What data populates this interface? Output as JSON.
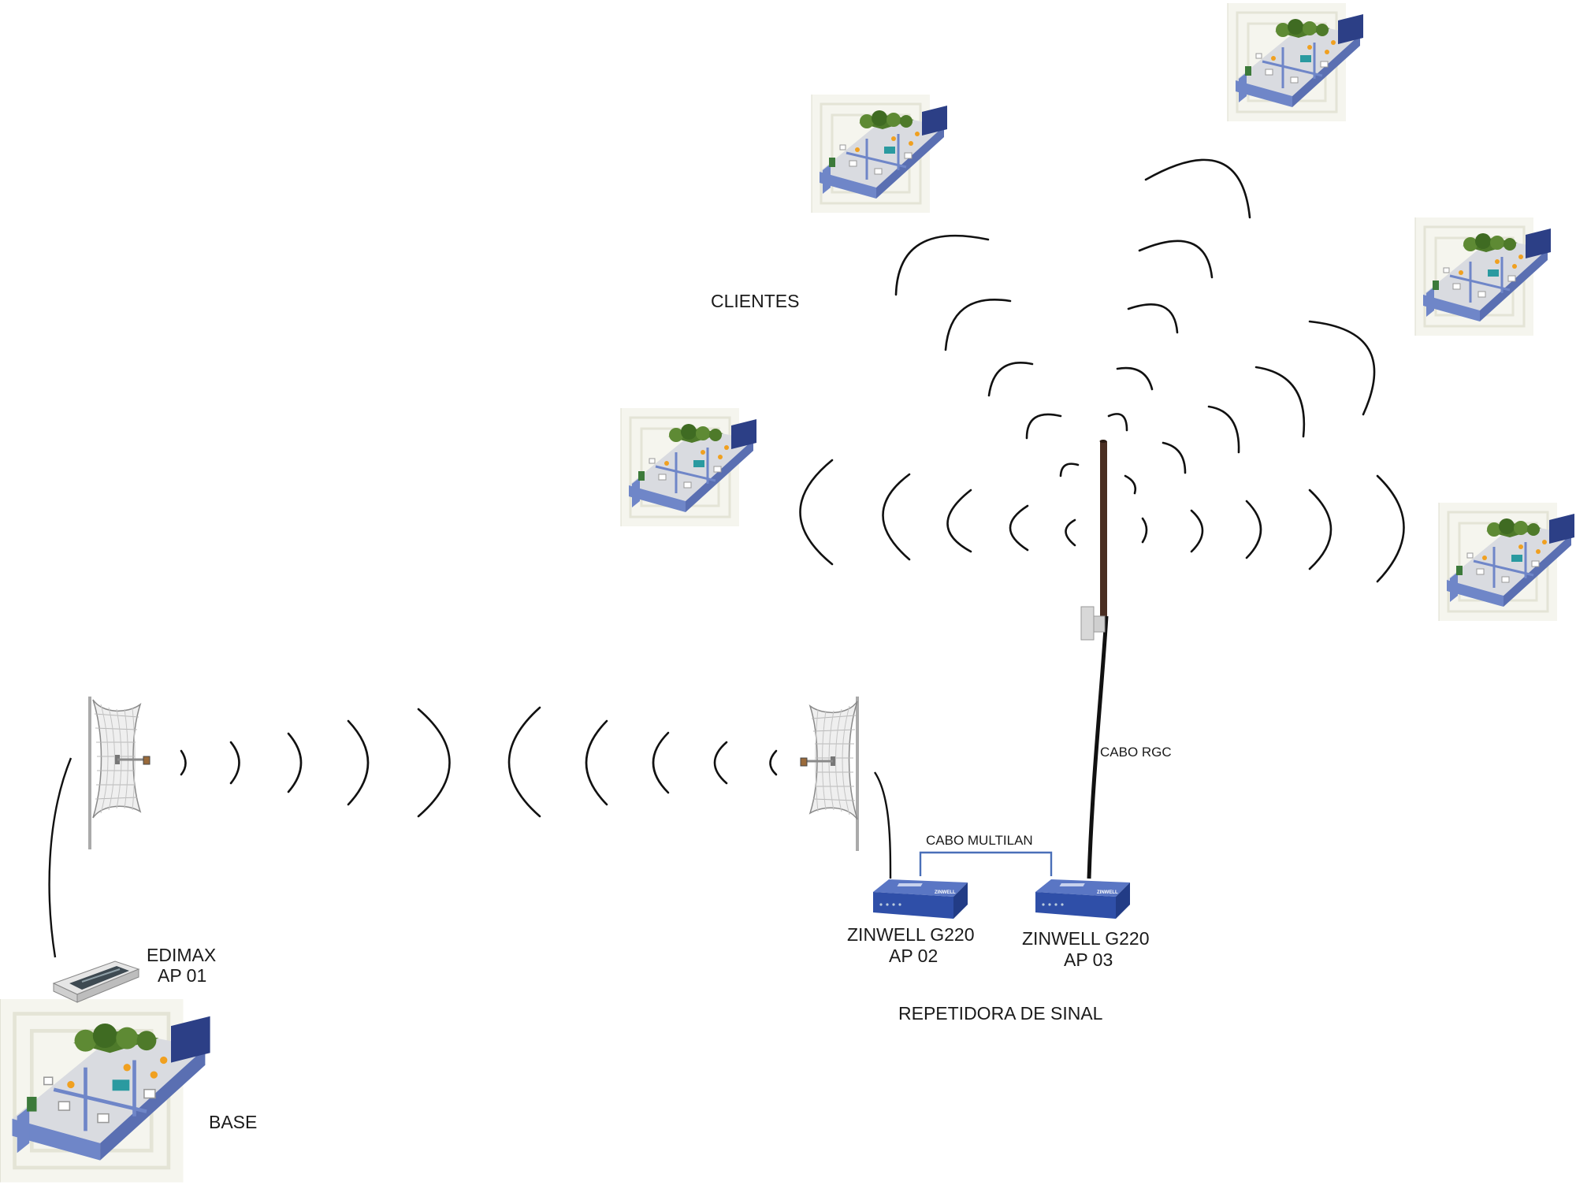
{
  "labels": {
    "clientes": "CLIENTES",
    "edimax_line1": "EDIMAX",
    "edimax_line2": "AP 01",
    "base": "BASE",
    "zinwell_ap02_line1": "ZINWELL G220",
    "zinwell_ap02_line2": "AP 02",
    "zinwell_ap03_line1": "ZINWELL G220",
    "zinwell_ap03_line2": "AP 03",
    "repetidora": "REPETIDORA DE SINAL",
    "cabo_multilan": "CABO MULTILAN",
    "cabo_rgc": "CABO RGC"
  },
  "colors": {
    "router_blue": "#2f4fa8",
    "cable_blue": "#4a6fb8",
    "building_wall": "#6f86c8",
    "greenery": "#4e7a2a"
  }
}
